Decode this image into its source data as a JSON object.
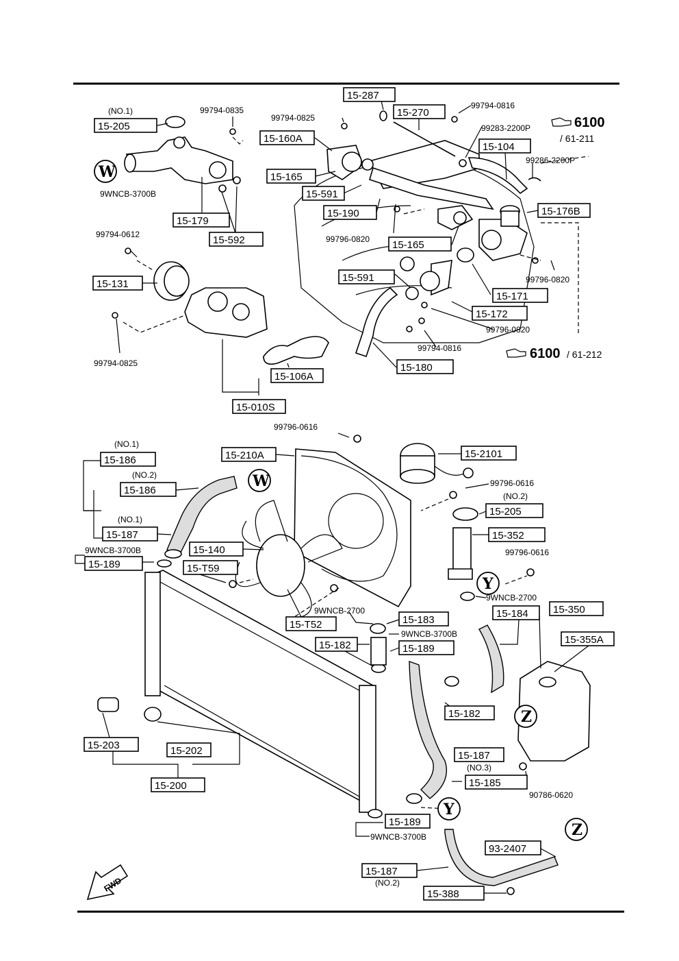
{
  "callouts": [
    {
      "id": "15-287"
    },
    {
      "id": "15-270"
    },
    {
      "id": "15-205",
      "note": "(NO.1)"
    },
    {
      "id": "15-160A"
    },
    {
      "id": "15-104"
    },
    {
      "id": "15-165"
    },
    {
      "id": "15-591"
    },
    {
      "id": "15-190"
    },
    {
      "id": "15-176B"
    },
    {
      "id": "15-179"
    },
    {
      "id": "15-592"
    },
    {
      "id": "15-165"
    },
    {
      "id": "15-131"
    },
    {
      "id": "15-591"
    },
    {
      "id": "15-171"
    },
    {
      "id": "15-172"
    },
    {
      "id": "15-106A"
    },
    {
      "id": "15-180"
    },
    {
      "id": "15-010S"
    },
    {
      "id": "15-186",
      "note": "(NO.1)"
    },
    {
      "id": "15-210A"
    },
    {
      "id": "15-2101"
    },
    {
      "id": "15-186",
      "note": "(NO.2)"
    },
    {
      "id": "15-205",
      "note": "(NO.2)"
    },
    {
      "id": "15-187",
      "note": "(NO.1)"
    },
    {
      "id": "15-352"
    },
    {
      "id": "15-140"
    },
    {
      "id": "15-189"
    },
    {
      "id": "15-T59"
    },
    {
      "id": "15-184"
    },
    {
      "id": "15-350"
    },
    {
      "id": "15-183"
    },
    {
      "id": "15-T52"
    },
    {
      "id": "15-355A"
    },
    {
      "id": "15-182"
    },
    {
      "id": "15-189"
    },
    {
      "id": "15-182"
    },
    {
      "id": "15-203"
    },
    {
      "id": "15-202"
    },
    {
      "id": "15-187",
      "note": "(NO.3)"
    },
    {
      "id": "15-185"
    },
    {
      "id": "15-200"
    },
    {
      "id": "15-189"
    },
    {
      "id": "93-2407"
    },
    {
      "id": "15-187",
      "note": "(NO.2)"
    },
    {
      "id": "15-388"
    }
  ],
  "part_numbers": [
    "99794-0835",
    "99794-0825",
    "99794-0816",
    "99283-2200P",
    "99286-2200P",
    "9WNCB-3700B",
    "99796-0820",
    "99794-0612",
    "99796-0820",
    "99796-0820",
    "99794-0825",
    "99794-0816",
    "99796-0616",
    "99796-0616",
    "9WNCB-3700B",
    "99796-0616",
    "9WNCB-2700",
    "9WNCB-2700",
    "9WNCB-3700B",
    "90786-0620",
    "9WNCB-3700B"
  ],
  "references": {
    "top": {
      "code": "6100",
      "sub": "/ 61-211"
    },
    "bottom": {
      "code": "6100",
      "sub": "/ 61-212"
    }
  },
  "markers": [
    "W",
    "W",
    "Y",
    "Y",
    "Z",
    "Z"
  ],
  "fwd_label": "FWD"
}
